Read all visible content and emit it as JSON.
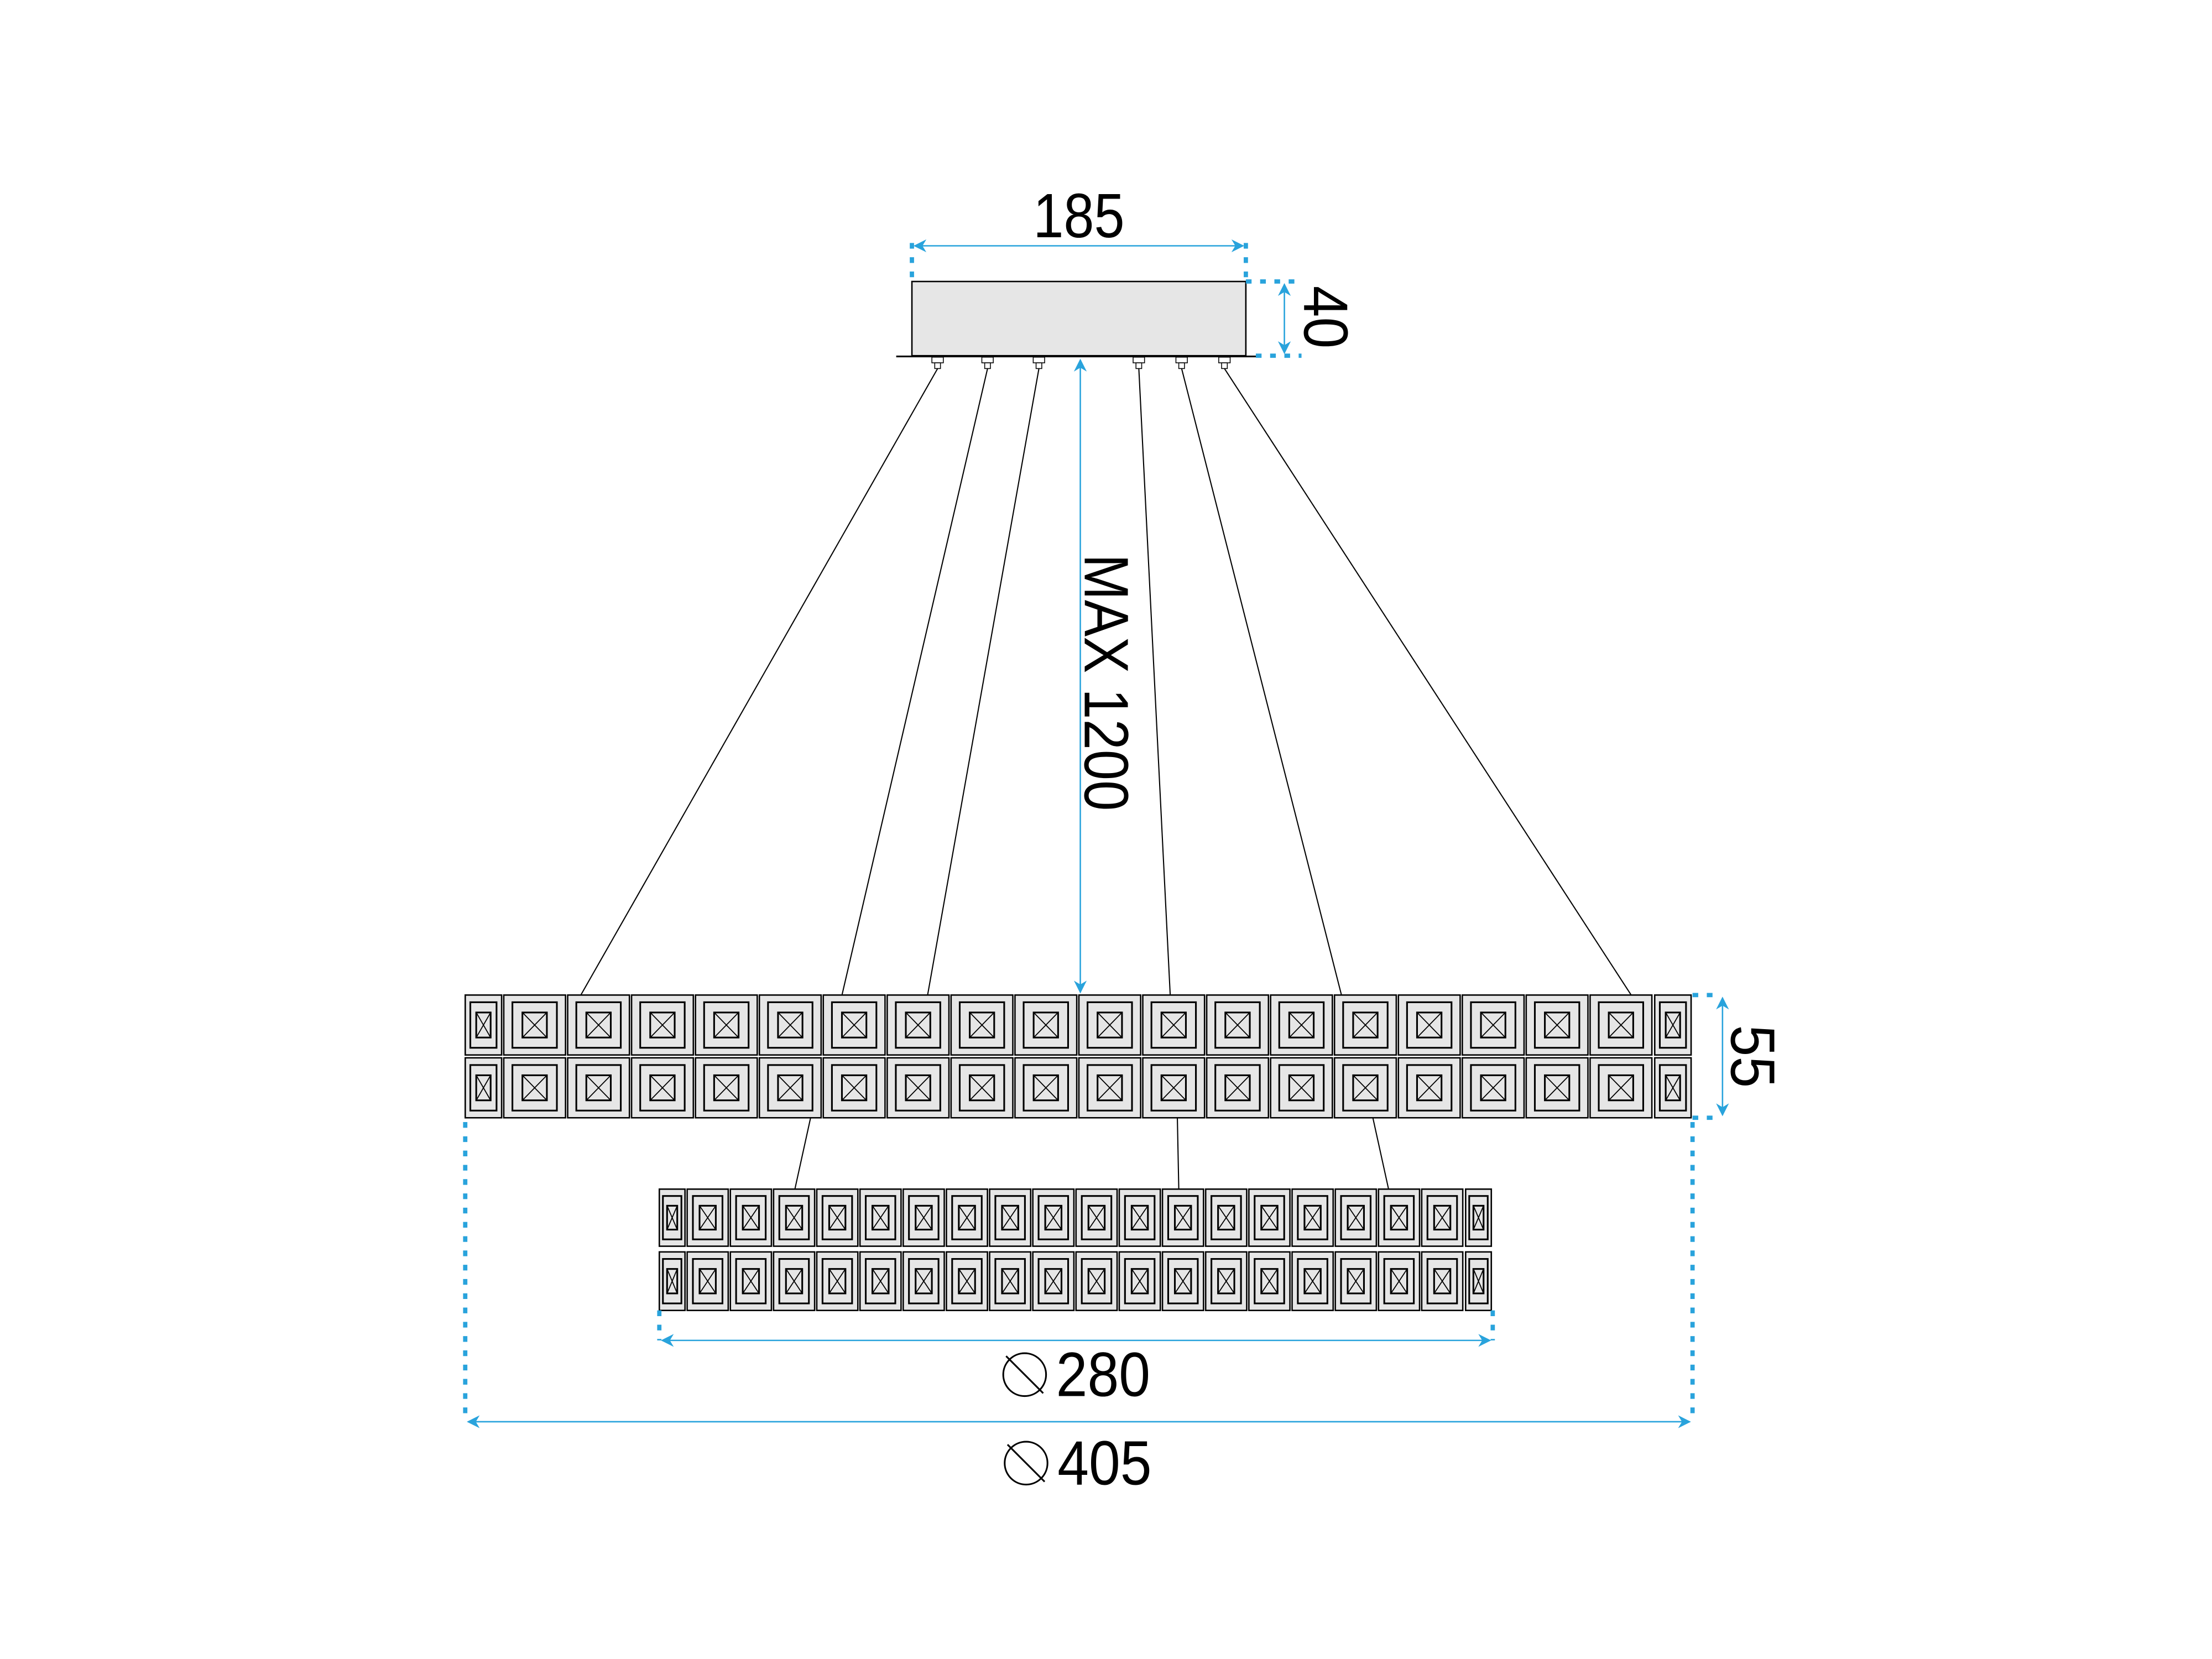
{
  "colors": {
    "dimension": "#29a3dc",
    "tile_fill": "#e6e6e6",
    "line": "#000000"
  },
  "dimensions": {
    "canopy_width": "185",
    "canopy_height": "40",
    "max_length": "MAX 1200",
    "ring_height": "55",
    "inner_diameter": "280",
    "outer_diameter": "405"
  },
  "icons": {
    "diameter": "diameter-symbol"
  }
}
